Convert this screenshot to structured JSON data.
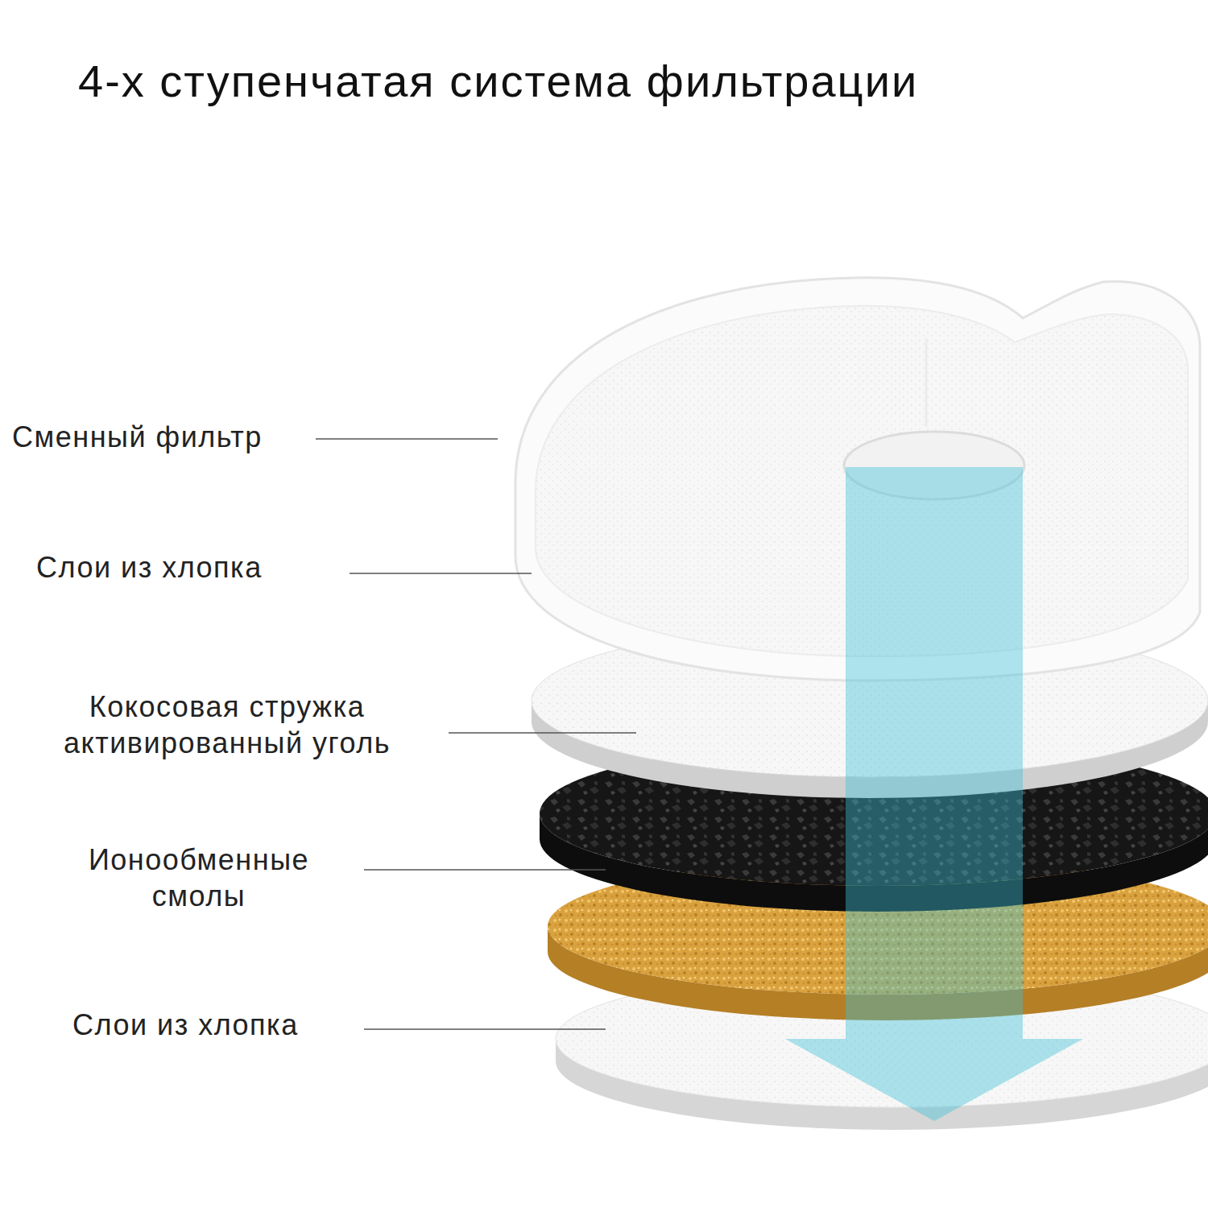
{
  "diagram": {
    "title": "4-х ступенчатая система фильтрации",
    "labels": [
      "Сменный фильтр",
      "Слои из хлопка",
      "Кокосовая стружка активированный уголь",
      "Ионообменные смолы",
      "Слои из хлопка"
    ]
  }
}
